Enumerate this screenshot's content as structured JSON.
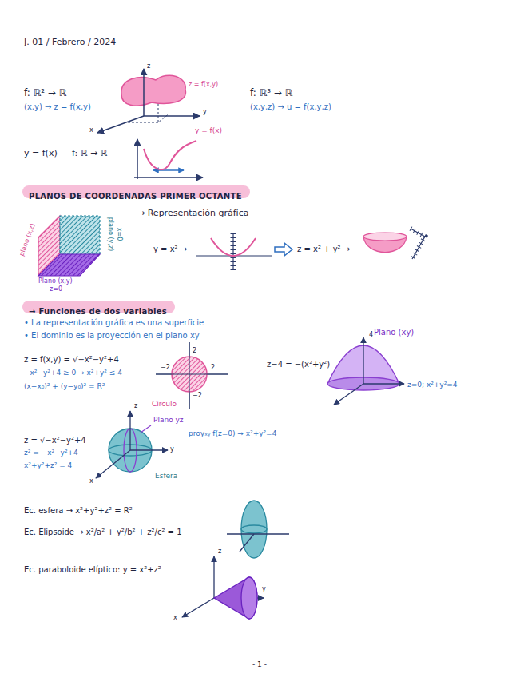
{
  "diagram": {
    "title": "J. 01 / Febrero / 2024",
    "nodes": [
      {
        "text": [
          "PLANOS DE COORDENADAS PRIMER OCTANTE"
        ]
      },
      {
        "text": [
          "→ Funciones de dos variables"
        ]
      }
    ],
    "labels": [
      "f: ℝ² → ℝ",
      "(x,y) → z = f(x,y)",
      "z = f(x,y)",
      "z",
      "y",
      "x",
      "f: ℝ³ → ℝ",
      "(x,y,z) → u = f(x,y,z)",
      "y = f(x)",
      "f: ℝ → ℝ",
      "y = f(x)",
      "plano (x,z)",
      "plano (y,z)",
      "x=0",
      "Plano (x,y)",
      "z=0",
      "→ Representación gráfica",
      "y = x² →",
      "z = x² + y² →",
      "• La representación gráfica es una superficie",
      "• El dominio es la proyección en el plano xy",
      "Plano (xy)",
      "z = f(x,y) = √−x²−y²+4",
      "−x²−y²+4 ≥ 0 → x²+y² ≤ 4",
      "(x−x₀)² + (y−y₀)² = R²",
      "2",
      "−2",
      "2",
      "−2",
      "Círculo",
      "z−4 = −(x²+y²)",
      "4",
      "z=0; x²+y²=4",
      "z = √−x²−y²+4",
      "z² = −x²−y²+4",
      "x²+y²+z² = 4",
      "z",
      "y",
      "x",
      "Plano yz",
      "Esfera",
      "proyₓᵧ f(z=0) → x²+y²=4",
      "Ec. esfera → x²+y²+z² = R²",
      "Ec. Elipsoide → x²/a² + y²/b² + z²/c² = 1",
      "Ec. paraboloide elíptico: y = x²+z²",
      "z",
      "y",
      "x",
      "- 1 -"
    ]
  }
}
